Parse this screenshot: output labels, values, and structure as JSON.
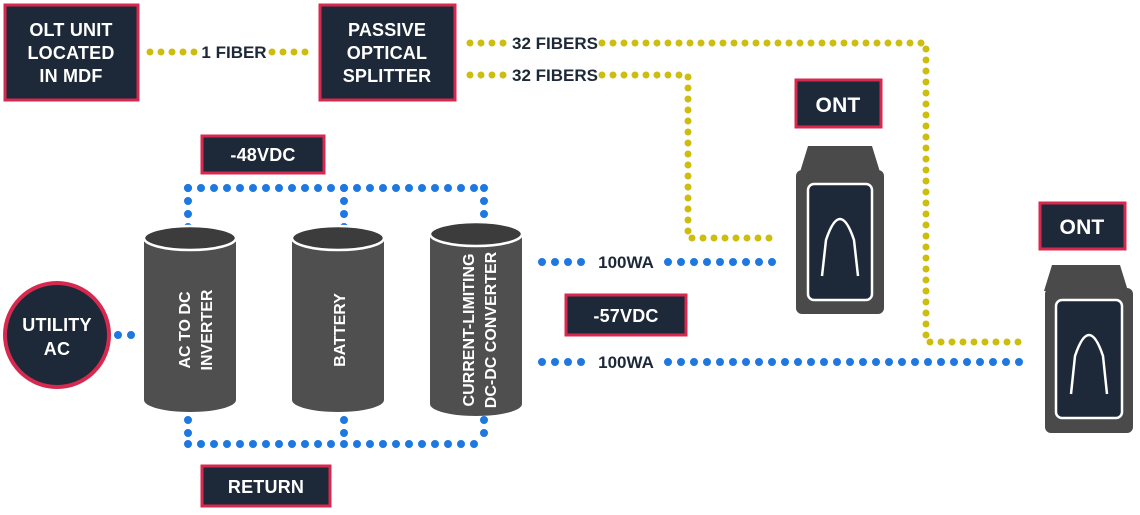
{
  "nodes": {
    "olt": [
      "OLT UNIT",
      "LOCATED",
      "IN MDF"
    ],
    "splitter": [
      "PASSIVE",
      "OPTICAL",
      "SPLITTER"
    ],
    "utility": [
      "UTILITY",
      "AC"
    ],
    "ont_1": "ONT",
    "ont_2": "ONT"
  },
  "cylinders": {
    "inverter": [
      "AC TO DC",
      "INVERTER"
    ],
    "battery": [
      "BATTERY"
    ],
    "converter": [
      "CURRENT-LIMITING",
      "DC-DC CONVERTER"
    ]
  },
  "links": {
    "one_fiber": "1 FIBER",
    "fibers_top": "32 FIBERS",
    "fibers_bottom": "32 FIBERS",
    "power_top": "100WA",
    "power_bottom": "100WA"
  },
  "rails": {
    "positive": "-48VDC",
    "return": "RETURN",
    "output": "-57VDC"
  },
  "colors": {
    "navy": "#1d2838",
    "accent_red": "#d7294f",
    "fiber_yellow": "#cdbd0e",
    "power_blue": "#1e78e0",
    "cylinder_gray": "#4f4f4f",
    "ont_gray": "#4a4a4a"
  }
}
